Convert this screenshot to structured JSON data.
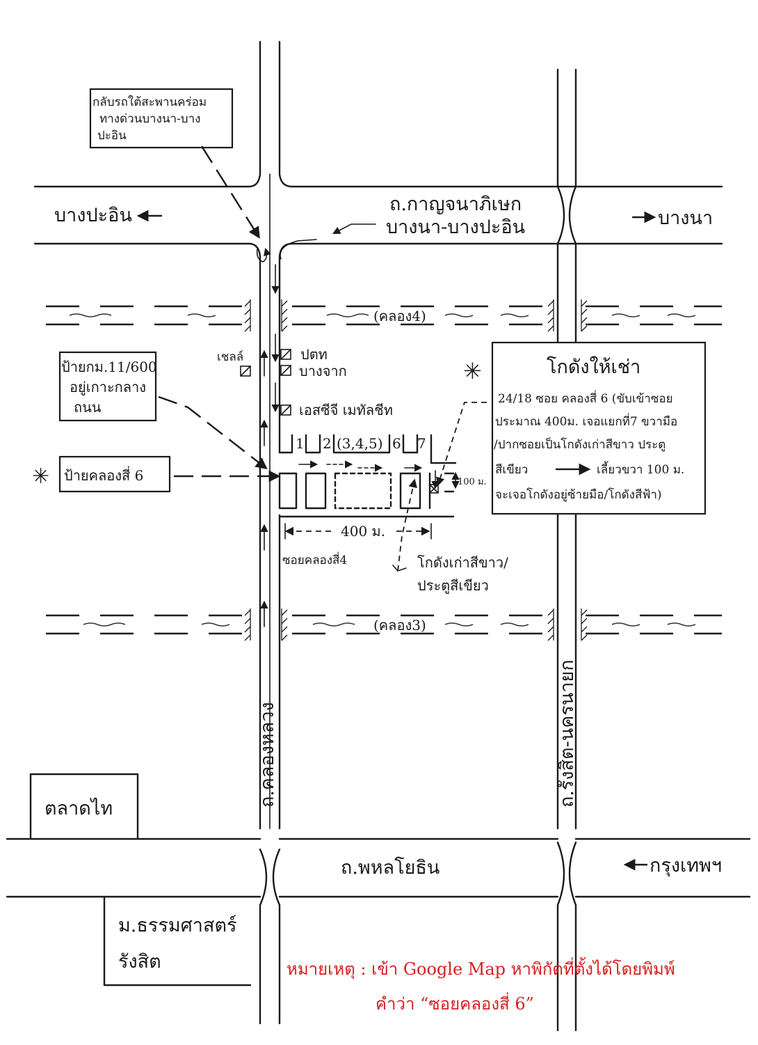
{
  "roads": {
    "kanchanaphisek": {
      "name": "ถ.กาญจนาภิเษก",
      "segment": "บางนา-บางปะอิน"
    },
    "phahonyothin": {
      "name": "ถ.พหลโยธิน"
    },
    "khlong_luang": {
      "name": "ถ.คลองหลวง"
    },
    "rangsit_nakhon_nayok": {
      "name": "ถ.รังสิต-นครนายก"
    }
  },
  "directions": {
    "bang_pa_in": "บางปะอิน",
    "bang_na": "บางนา",
    "bangkok": "กรุงเทพฯ"
  },
  "canals": {
    "khlong4": "(คลอง4)",
    "khlong3": "(คลอง3)"
  },
  "notes": {
    "uturn": [
      "กลับรถใต้สะพานคร่อม",
      "ทางด่วนบางนา-บาง",
      "ปะอิน"
    ],
    "sign_km": [
      "ป้ายกม.11/600",
      "อยู่เกาะกลาง",
      "ถนน"
    ],
    "sign_khlong6": "ป้ายคลองสี่ 6"
  },
  "landmarks": {
    "shell": "เชลล์",
    "ptt": "ปตท",
    "bangchak": "บางจาก",
    "scg": "เอสซีจี เมทัลชีท",
    "talad_thai": "ตลาดไท",
    "thammasat": [
      "ม.ธรรมศาสตร์",
      "รังสิต"
    ]
  },
  "soi": {
    "numbers": {
      "n1": "1",
      "n2": "2",
      "n345": "(3,4,5)",
      "n6": "6",
      "n7": "7"
    },
    "distance_400": "400 ม.",
    "distance_100": "100 ม.",
    "soi_khlong4": "ซอยคลองสี่4",
    "old_warehouse": [
      "โกดังเก่าสีขาว/",
      "ประตูสีเขียว"
    ]
  },
  "warehouse_box": {
    "title": "โกดังให้เช่า",
    "lines": [
      "24/18 ซอย คลองสี่ 6 (ขับเข้าซอย",
      "ประมาณ 400ม. เจอแยกที่7 ขวามือ",
      "/ปากซอยเป็นโกดังเก่าสีขาว ประตู"
    ],
    "line4_left": "สีเขียว",
    "line4_right": "เลี้ยวขวา 100 ม.",
    "line5": "จะเจอโกดังอยู่ซ้ายมือ/โกดังสีฟ้า)"
  },
  "remark": {
    "line1": "หมายเหตุ : เข้า Google Map  หาพิกัดที่ตั้งได้โดยพิมพ์",
    "line2": "คำว่า “ซอยคลองสี่ 6”"
  },
  "colors": {
    "ink": "#1a1a1a",
    "remark": "#d61f1f"
  },
  "icons": {
    "star": "asterisk-icon",
    "station": "station-square-icon",
    "arrow": "arrow-icon"
  }
}
